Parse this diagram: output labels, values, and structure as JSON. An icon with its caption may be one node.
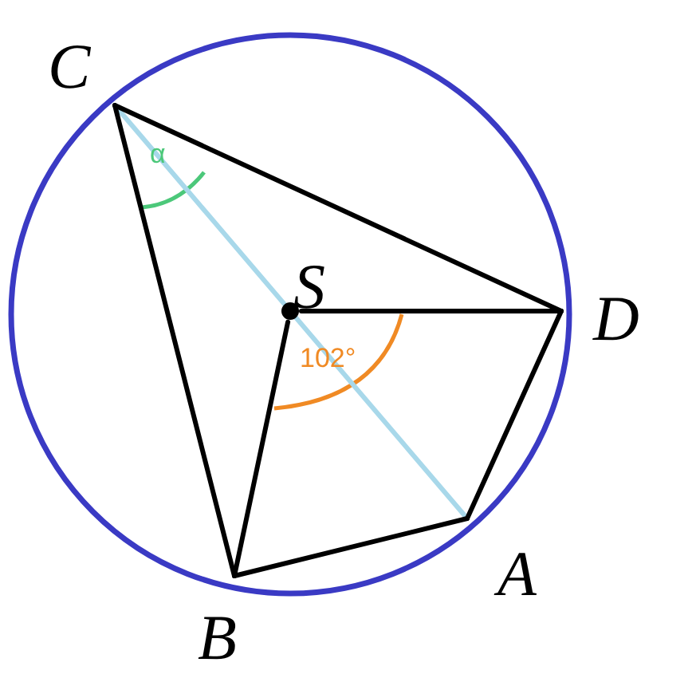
{
  "diagram": {
    "nodes": [
      {
        "text": [
          "C"
        ]
      },
      {
        "text": [
          "S"
        ]
      },
      {
        "text": [
          "D"
        ]
      },
      {
        "text": [
          "A"
        ]
      },
      {
        "text": [
          "B"
        ]
      }
    ],
    "edges": [
      {
        "from": 0,
        "to": 2,
        "arrow": "none"
      },
      {
        "from": 0,
        "to": 4,
        "arrow": "none"
      },
      {
        "from": 0,
        "to": 3,
        "arrow": "none",
        "color": "#a8d8ea"
      },
      {
        "from": 1,
        "to": 2,
        "arrow": "none"
      },
      {
        "from": 1,
        "to": 4,
        "arrow": "none"
      },
      {
        "from": 2,
        "to": 3,
        "arrow": "none"
      },
      {
        "from": 3,
        "to": 4,
        "arrow": "none"
      }
    ],
    "labels": [
      "α",
      "102°"
    ]
  }
}
